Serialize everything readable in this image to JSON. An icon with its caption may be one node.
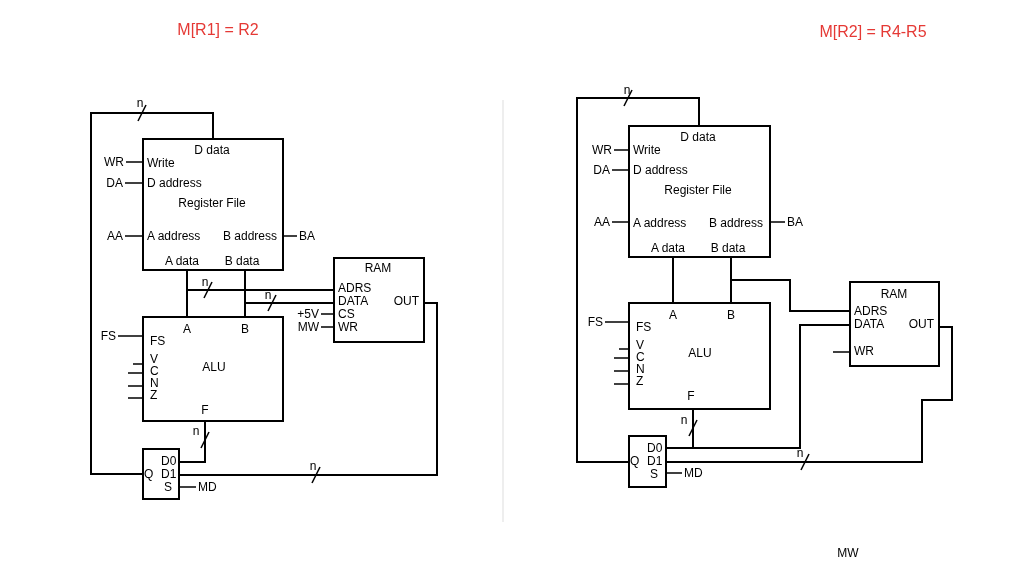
{
  "diagram": {
    "nodes": [
      {
        "text": [
          "D data",
          "Write",
          "D address",
          "Register File",
          "A address",
          "B address",
          "A data",
          "B data"
        ]
      },
      {
        "text": [
          "RAM",
          "ADRS",
          "DATA",
          "OUT",
          "CS",
          "WR"
        ]
      },
      {
        "text": [
          "A",
          "B",
          "FS",
          "V",
          "C",
          "N",
          "Z",
          "ALU",
          "F"
        ]
      },
      {
        "text": [
          "D0",
          "D1",
          "Q",
          "S"
        ]
      },
      {
        "text": [
          "D data",
          "Write",
          "D address",
          "Register File",
          "A address",
          "B address",
          "A data",
          "B data"
        ]
      },
      {
        "text": [
          "RAM",
          "ADRS",
          "DATA",
          "OUT",
          "WR"
        ]
      },
      {
        "text": [
          "A",
          "B",
          "FS",
          "V",
          "C",
          "N",
          "Z",
          "ALU",
          "F"
        ]
      },
      {
        "text": [
          "D0",
          "D1",
          "Q",
          "S"
        ]
      },
      {
        "text": [
          "WR"
        ]
      },
      {
        "text": [
          "DA"
        ]
      },
      {
        "text": [
          "AA"
        ]
      },
      {
        "text": [
          "BA"
        ]
      },
      {
        "text": [
          "+5V"
        ]
      },
      {
        "text": [
          "MW"
        ]
      },
      {
        "text": [
          "FS"
        ]
      },
      {
        "text": [
          "MD"
        ]
      },
      {
        "text": [
          "WR"
        ]
      },
      {
        "text": [
          "DA"
        ]
      },
      {
        "text": [
          "AA"
        ]
      },
      {
        "text": [
          "BA"
        ]
      },
      {
        "text": [
          "FS"
        ]
      },
      {
        "text": [
          "MD"
        ]
      }
    ],
    "edges": [
      {
        "from": 3,
        "to": 0,
        "arrow": "none",
        "label": "n"
      },
      {
        "from": 0,
        "to": 2,
        "arrow": "none"
      },
      {
        "from": 0,
        "to": 1,
        "arrow": "none",
        "label": "n"
      },
      {
        "from": 0,
        "to": 2,
        "arrow": "none"
      },
      {
        "from": 0,
        "to": 1,
        "arrow": "none",
        "label": "n"
      },
      {
        "from": 2,
        "to": 3,
        "arrow": "none",
        "label": "n"
      },
      {
        "from": 1,
        "to": 3,
        "arrow": "none",
        "label": "n"
      },
      {
        "from": 7,
        "to": 4,
        "arrow": "none",
        "label": "n"
      },
      {
        "from": 4,
        "to": 6,
        "arrow": "none"
      },
      {
        "from": 4,
        "to": 6,
        "arrow": "none"
      },
      {
        "from": 4,
        "to": 5,
        "arrow": "none"
      },
      {
        "from": 6,
        "to": 7,
        "arrow": "none",
        "label": "n"
      },
      {
        "from": 6,
        "to": 5,
        "arrow": "none"
      },
      {
        "from": 5,
        "to": 7,
        "arrow": "none",
        "label": "n"
      },
      {
        "from": 8,
        "to": 0,
        "arrow": "none"
      },
      {
        "from": 9,
        "to": 0,
        "arrow": "none"
      },
      {
        "from": 10,
        "to": 0,
        "arrow": "none"
      },
      {
        "from": 11,
        "to": 0,
        "arrow": "none"
      },
      {
        "from": 12,
        "to": 1,
        "arrow": "none"
      },
      {
        "from": 13,
        "to": 1,
        "arrow": "none"
      },
      {
        "from": 14,
        "to": 2,
        "arrow": "none"
      },
      {
        "from": 15,
        "to": 3,
        "arrow": "none"
      },
      {
        "from": 16,
        "to": 4,
        "arrow": "none"
      },
      {
        "from": 17,
        "to": 4,
        "arrow": "none"
      },
      {
        "from": 18,
        "to": 4,
        "arrow": "none"
      },
      {
        "from": 19,
        "to": 4,
        "arrow": "none"
      },
      {
        "from": 20,
        "to": 6,
        "arrow": "none"
      },
      {
        "from": 21,
        "to": 7,
        "arrow": "none"
      },
      {
        "from": null,
        "to": 2,
        "arrow": "none"
      },
      {
        "from": null,
        "to": 2,
        "arrow": "none"
      },
      {
        "from": null,
        "to": 2,
        "arrow": "none"
      },
      {
        "from": null,
        "to": 2,
        "arrow": "none"
      },
      {
        "from": null,
        "to": 6,
        "arrow": "none"
      },
      {
        "from": null,
        "to": 6,
        "arrow": "none"
      },
      {
        "from": null,
        "to": 6,
        "arrow": "none"
      },
      {
        "from": null,
        "to": 6,
        "arrow": "none"
      },
      {
        "from": null,
        "to": 5,
        "arrow": "none"
      }
    ],
    "labels": [
      "M[R1] = R2",
      "M[R2] = R4-R5",
      "MW"
    ]
  }
}
